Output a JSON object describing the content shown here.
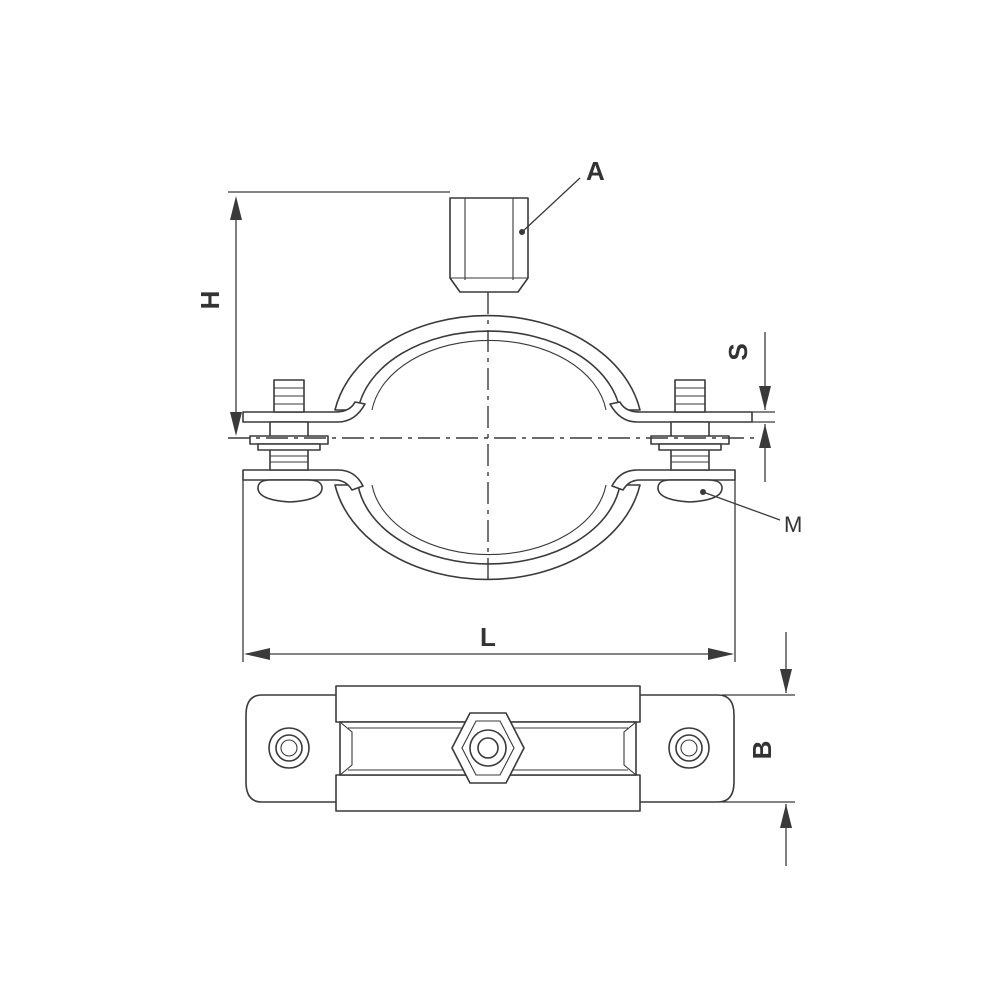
{
  "labels": {
    "A": "A",
    "H": "H",
    "S": "S",
    "M": "M",
    "L": "L",
    "B": "B"
  }
}
